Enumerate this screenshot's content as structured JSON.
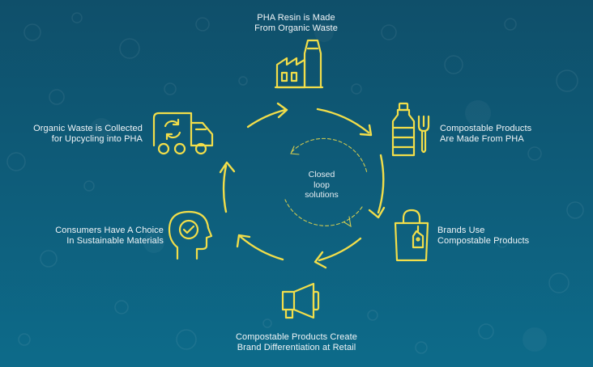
{
  "diagram": {
    "center": {
      "line1": "Closed",
      "line2": "loop",
      "line3": "solutions"
    },
    "steps": [
      {
        "id": "pha-resin",
        "icon": "factory-icon",
        "line1": "PHA Resin is Made",
        "line2": "From Organic Waste"
      },
      {
        "id": "compostable-products",
        "icon": "bottle-fork-icon",
        "line1": "Compostable Products",
        "line2": "Are Made From PHA"
      },
      {
        "id": "brands-use",
        "icon": "shopping-bag-icon",
        "line1": "Brands Use",
        "line2": "Compostable Products"
      },
      {
        "id": "brand-differentiation",
        "icon": "megaphone-icon",
        "line1": "Compostable Products Create",
        "line2": "Brand Differentiation at Retail"
      },
      {
        "id": "consumers-choice",
        "icon": "head-check-icon",
        "line1": "Consumers Have A Choice",
        "line2": "In Sustainable Materials"
      },
      {
        "id": "organic-waste",
        "icon": "recycling-truck-icon",
        "line1": "Organic Waste is Collected",
        "line2": "for Upcycling into PHA"
      }
    ],
    "colors": {
      "accent": "#f2de4a",
      "text": "#f2f6f8",
      "background_top": "#0f4f6a",
      "background_bottom": "#0d6b8a"
    }
  }
}
